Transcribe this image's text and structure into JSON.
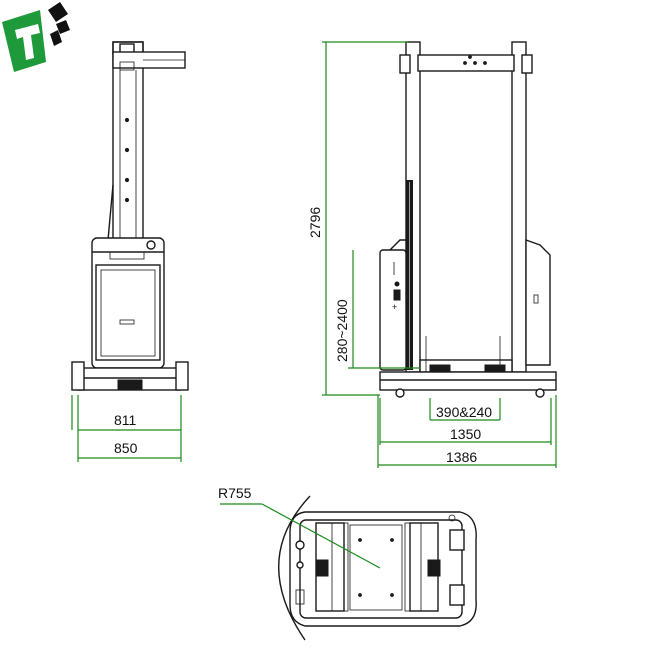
{
  "dimensions": {
    "front_width_inner": "811",
    "front_width_outer": "850",
    "total_height": "2796",
    "fork_height_range": "280~2400",
    "fork_spacing": "390&240",
    "side_length_inner": "1350",
    "side_length_outer": "1386",
    "turning_radius": "R755"
  },
  "colors": {
    "dimension_line": "#1a8a1a",
    "drawing_line": "#1a1a1a",
    "logo_green": "#1e9a3a",
    "logo_black": "#111111"
  },
  "logo": {
    "name": "company-logo"
  }
}
